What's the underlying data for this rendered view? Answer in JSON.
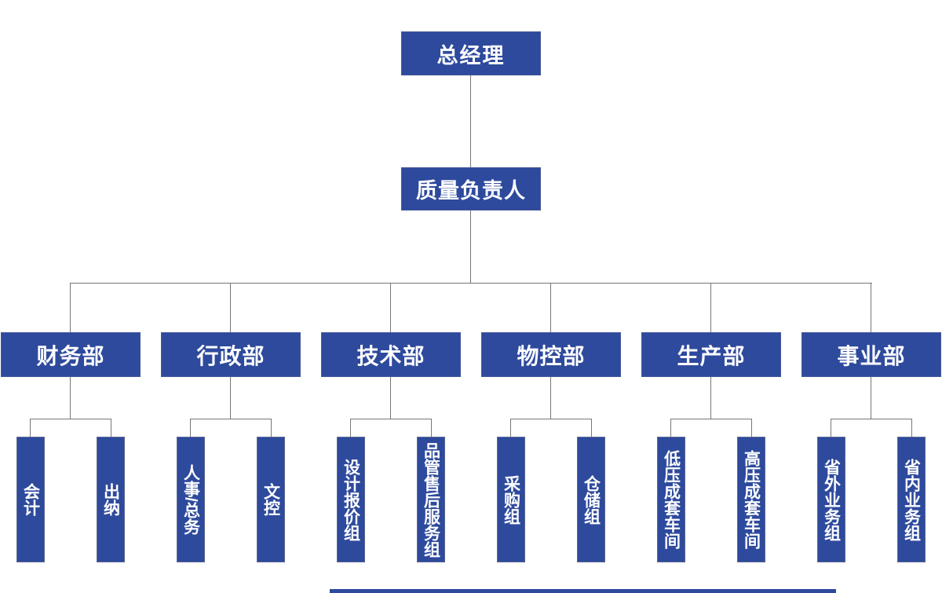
{
  "colors": {
    "box_blue": "#2e4a9d",
    "box_border": "#46589b",
    "leaf_border": "#5a6791",
    "connector_gray": "#777777",
    "text_white": "#ffffff",
    "footer_bar_blue": "#2e4a9d"
  },
  "tree": {
    "root": {
      "label": "总经理"
    },
    "quality": {
      "label": "质量负责人"
    },
    "departments": [
      {
        "label": "财务部",
        "children": [
          {
            "label": "会计"
          },
          {
            "label": "出纳"
          }
        ]
      },
      {
        "label": "行政部",
        "children": [
          {
            "label": "人事/总务"
          },
          {
            "label": "文控"
          }
        ]
      },
      {
        "label": "技术部",
        "children": [
          {
            "label": "设计报价组"
          },
          {
            "label": "品管售后服务组"
          }
        ]
      },
      {
        "label": "物控部",
        "children": [
          {
            "label": "采购组"
          },
          {
            "label": "仓储组"
          }
        ]
      },
      {
        "label": "生产部",
        "children": [
          {
            "label": "低压成套车间"
          },
          {
            "label": "高压成套车间"
          }
        ]
      },
      {
        "label": "事业部",
        "children": [
          {
            "label": "省外业务组"
          },
          {
            "label": "省内业务组"
          }
        ]
      }
    ]
  }
}
